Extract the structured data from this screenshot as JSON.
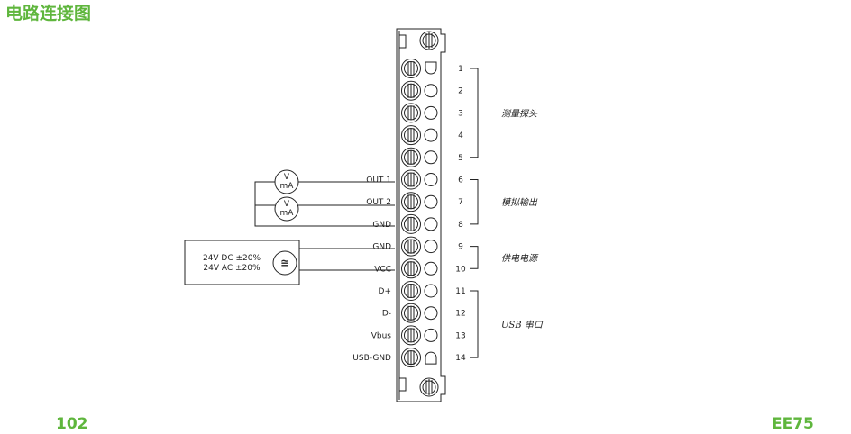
{
  "header": {
    "title": "电路连接图"
  },
  "footer": {
    "page_number": "102",
    "product": "EE75"
  },
  "terminals": [
    {
      "number": "1",
      "label": ""
    },
    {
      "number": "2",
      "label": ""
    },
    {
      "number": "3",
      "label": ""
    },
    {
      "number": "4",
      "label": ""
    },
    {
      "number": "5",
      "label": ""
    },
    {
      "number": "6",
      "label": "OUT 1"
    },
    {
      "number": "7",
      "label": "OUT 2"
    },
    {
      "number": "8",
      "label": "GND"
    },
    {
      "number": "9",
      "label": "GND"
    },
    {
      "number": "10",
      "label": "VCC"
    },
    {
      "number": "11",
      "label": "D+"
    },
    {
      "number": "12",
      "label": "D-"
    },
    {
      "number": "13",
      "label": "Vbus"
    },
    {
      "number": "14",
      "label": "USB-GND"
    }
  ],
  "groups": [
    {
      "label": "测量探头",
      "from": 1,
      "to": 5
    },
    {
      "label": "模拟输出",
      "from": 6,
      "to": 8
    },
    {
      "label": "供电电源",
      "from": 9,
      "to": 10
    },
    {
      "label": "USB 串口",
      "from": 11,
      "to": 14
    }
  ],
  "meters": [
    {
      "line1": "V",
      "line2": "mA"
    },
    {
      "line1": "V",
      "line2": "mA"
    }
  ],
  "power_supply": {
    "line1": "24V DC ±20%",
    "line2": "24V AC ±20%",
    "symbol": "≅"
  }
}
